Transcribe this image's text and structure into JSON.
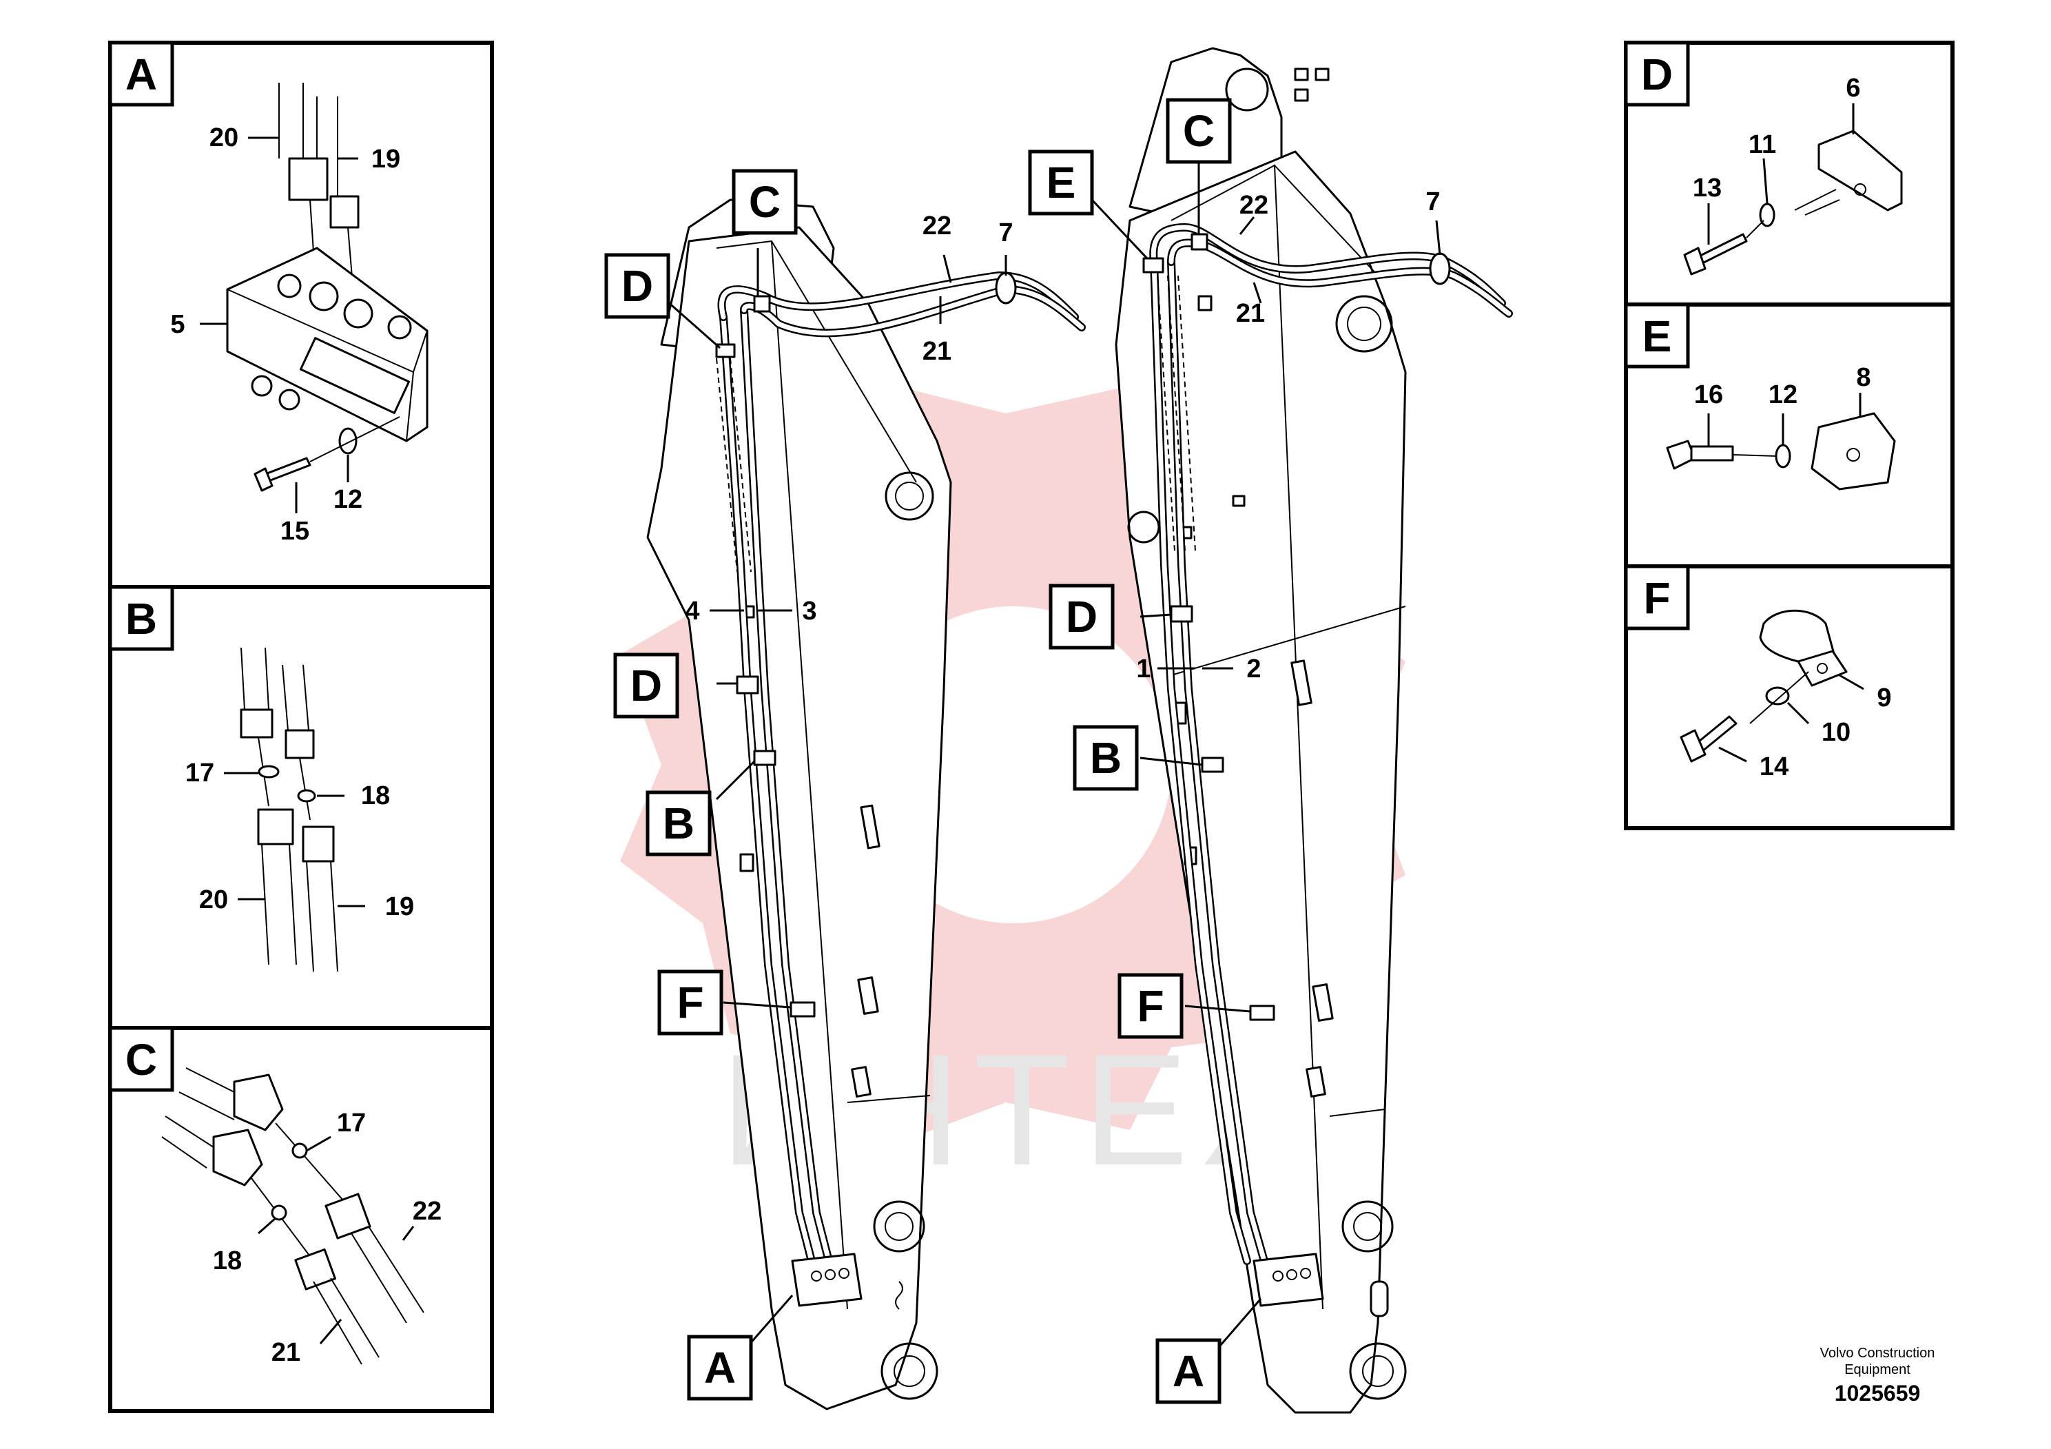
{
  "panels": {
    "A": {
      "letter": "A",
      "numbers": {
        "n20": "20",
        "n19": "19",
        "n5": "5",
        "n12": "12",
        "n15": "15"
      }
    },
    "B": {
      "letter": "B",
      "numbers": {
        "n17": "17",
        "n18": "18",
        "n20": "20",
        "n19": "19"
      }
    },
    "C": {
      "letter": "C",
      "numbers": {
        "n17": "17",
        "n22": "22",
        "n18": "18",
        "n21": "21"
      }
    },
    "D": {
      "letter": "D",
      "numbers": {
        "n6": "6",
        "n11": "11",
        "n13": "13"
      }
    },
    "E": {
      "letter": "E",
      "numbers": {
        "n16": "16",
        "n12": "12",
        "n8": "8"
      }
    },
    "F": {
      "letter": "F",
      "numbers": {
        "n9": "9",
        "n10": "10",
        "n14": "14"
      }
    }
  },
  "left_boom": {
    "tags": {
      "C": "C",
      "D_top": "D",
      "D_mid": "D",
      "B": "B",
      "F": "F",
      "A": "A"
    },
    "numbers": {
      "n22": "22",
      "n7": "7",
      "n21": "21",
      "n4": "4",
      "n3": "3"
    }
  },
  "right_boom": {
    "tags": {
      "C": "C",
      "E": "E",
      "D": "D",
      "B": "B",
      "F": "F",
      "A": "A"
    },
    "numbers": {
      "n22": "22",
      "n7": "7",
      "n21": "21",
      "n1": "1",
      "n2": "2"
    }
  },
  "watermark": {
    "text": "ИНТЕХ",
    "color": "#f2b3b3"
  },
  "footer": {
    "company_line1": "Volvo Construction",
    "company_line2": "Equipment",
    "number": "1025659"
  }
}
